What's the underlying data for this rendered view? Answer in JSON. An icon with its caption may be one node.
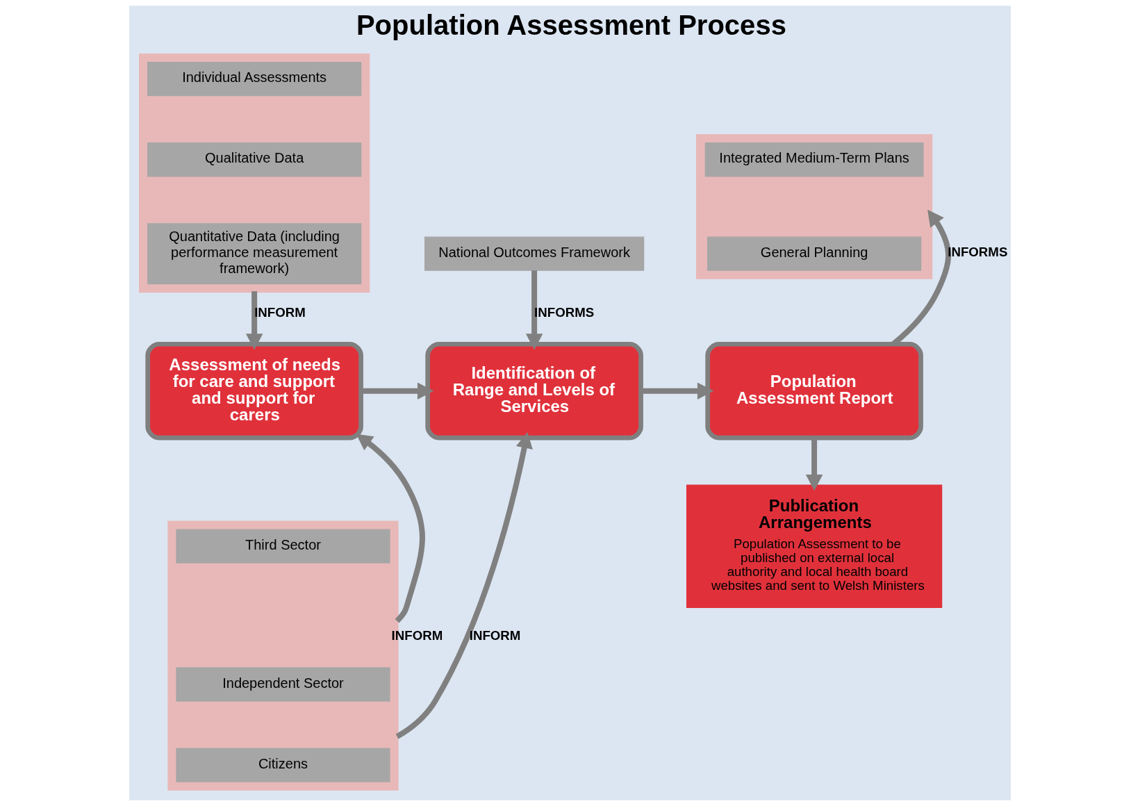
{
  "diagram": {
    "title": "Population Assessment Process",
    "nodes": [
      {
        "text": [],
        "shape": "box"
      },
      {
        "text": [
          "Individual Assessments"
        ],
        "in": 0
      },
      {
        "text": [
          "Qualitative Data"
        ],
        "in": 0
      },
      {
        "text": [
          "Quantitative Data (including performance measurement framework)"
        ],
        "in": 0
      },
      {
        "text": [
          "Assessment of needs for care and support and support for carers"
        ]
      },
      {
        "text": [
          "National Outcomes Framework"
        ]
      },
      {
        "text": [
          "Identification of Range and Levels of Services"
        ]
      },
      {
        "text": [],
        "shape": "box"
      },
      {
        "text": [
          "Integrated Medium-Term Plans"
        ],
        "in": 7
      },
      {
        "text": [
          "General Planning"
        ],
        "in": 7
      },
      {
        "text": [
          "Population Assessment Report"
        ]
      },
      {
        "text": [
          "Publication Arrangements",
          "Population Assessment to be published on external local authority and local health board websites and sent to Welsh Ministers"
        ]
      },
      {
        "text": [],
        "shape": "box"
      },
      {
        "text": [
          "Third Sector"
        ],
        "in": 12
      },
      {
        "text": [
          "Independent Sector"
        ],
        "in": 12
      },
      {
        "text": [
          "Citizens"
        ],
        "in": 12
      }
    ],
    "edges": [
      {
        "from": 0,
        "to": 4,
        "arrow": "to",
        "label": "INFORM"
      },
      {
        "from": 5,
        "to": 6,
        "arrow": "to",
        "label": "INFORMS"
      },
      {
        "from": 10,
        "to": 7,
        "arrow": "to",
        "label": "INFORMS"
      },
      {
        "from": 10,
        "to": 11,
        "arrow": "to"
      },
      {
        "from": 12,
        "to": 4,
        "arrow": "to",
        "label": "INFORM"
      },
      {
        "from": 12,
        "to": 6,
        "arrow": "to",
        "label": "INFORM"
      },
      {
        "from": 4,
        "to": 6,
        "arrow": "to"
      },
      {
        "from": 6,
        "to": 10,
        "arrow": "to"
      }
    ]
  }
}
